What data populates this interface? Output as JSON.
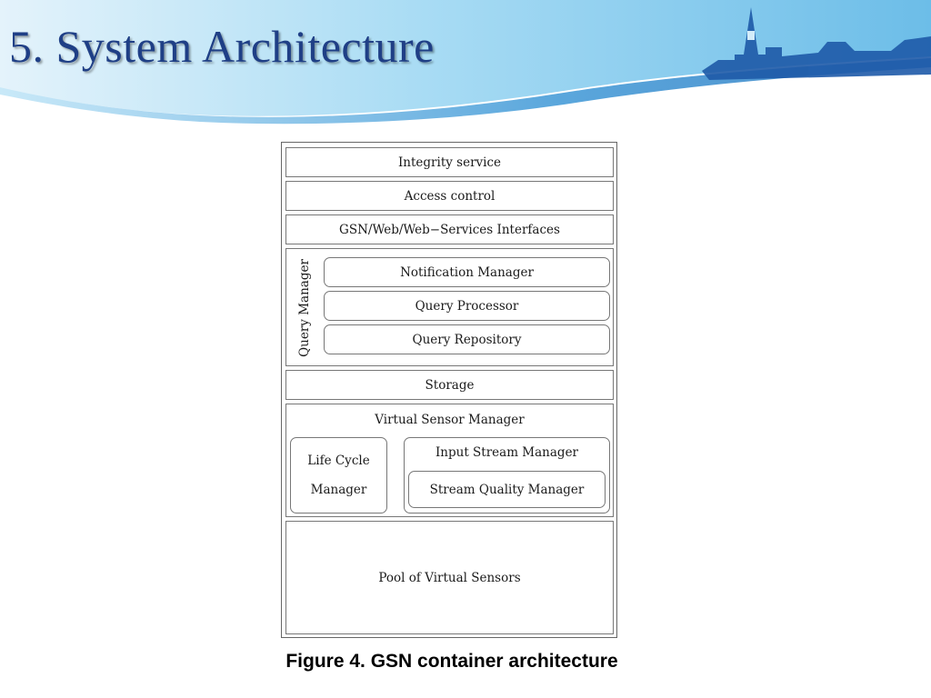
{
  "slide": {
    "title": "5. System Architecture",
    "caption": "Figure 4. GSN container architecture"
  },
  "diagram": {
    "integrity_service": "Integrity service",
    "access_control": "Access control",
    "interfaces": "GSN/Web/Web−Services Interfaces",
    "query_manager": {
      "label": "Query Manager",
      "notification_manager": "Notification Manager",
      "query_processor": "Query Processor",
      "query_repository": "Query Repository"
    },
    "storage": "Storage",
    "virtual_sensor_manager": {
      "label": "Virtual Sensor Manager",
      "life_cycle_line1": "Life Cycle",
      "life_cycle_line2": "Manager",
      "input_stream_manager": "Input Stream Manager",
      "stream_quality_manager": "Stream Quality Manager"
    },
    "pool_of_virtual_sensors": "Pool of Virtual Sensors"
  },
  "colors": {
    "title": "#1f3f86",
    "banner_light": "#dcf0fb",
    "banner_mid": "#7fc6ea",
    "banner_dark": "#2f7fc4",
    "skyline": "#1e5aa8"
  }
}
